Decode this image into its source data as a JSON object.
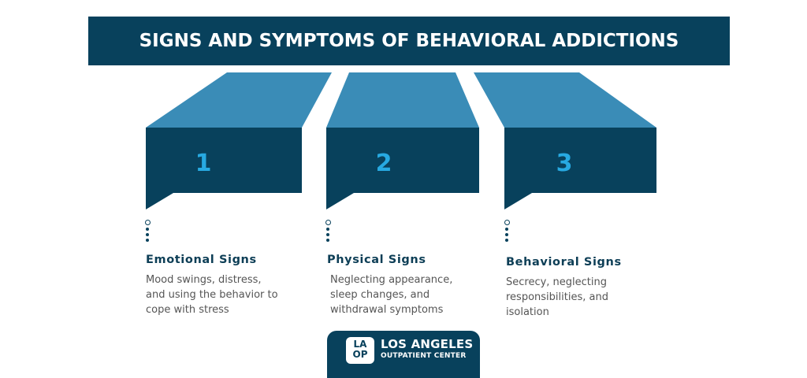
{
  "header": {
    "title": "SIGNS AND SYMPTOMS OF BEHAVIORAL ADDICTIONS"
  },
  "colors": {
    "dark_navy": "#08415c",
    "top_face_blue": "#3a8cb7",
    "number_blue": "#27a9e1",
    "body_text": "#555555"
  },
  "steps": [
    {
      "number": "1",
      "title": "Emotional Signs",
      "description": "Mood swings, distress, and using the behavior to cope with stress"
    },
    {
      "number": "2",
      "title": "Physical Signs",
      "description": "Neglecting appearance, sleep changes, and withdrawal symptoms"
    },
    {
      "number": "3",
      "title": "Behavioral Signs",
      "description": "Secrecy, neglecting responsibilities, and isolation"
    }
  ],
  "logo": {
    "mark_line1": "LA",
    "mark_line2": "OP",
    "name": "LOS ANGELES",
    "subtitle": "OUTPATIENT CENTER"
  }
}
